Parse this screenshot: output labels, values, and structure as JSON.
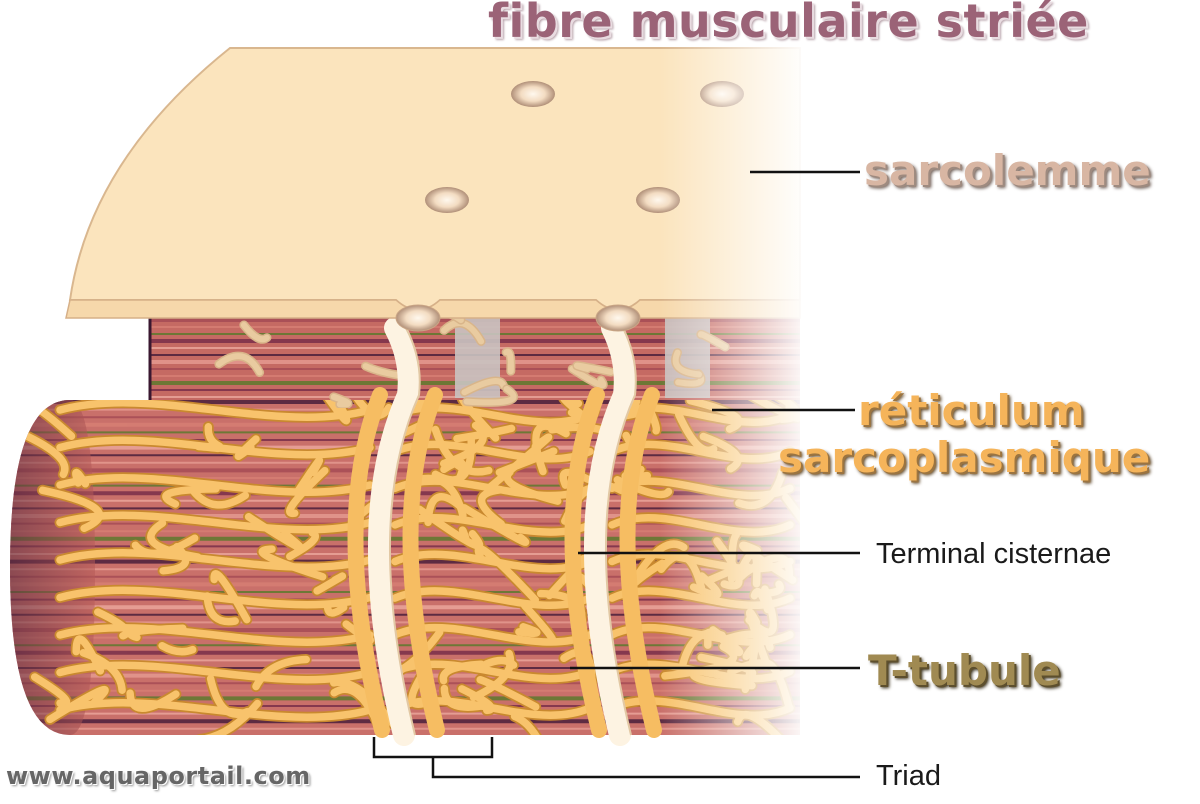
{
  "title": "fibre musculaire striée",
  "labels": {
    "sarcolemme": "sarcolemme",
    "reticulum_line1": "réticulum",
    "reticulum_line2": "sarcoplasmique",
    "terminal_cisternae": "Terminal cisternae",
    "t_tubule": "T-tubule",
    "triad": "Triad"
  },
  "watermark": "www.aquaportail.com",
  "colors": {
    "sarcolemma": "#fbe4bd",
    "reticulum": "#f8c36c",
    "reticulum_outline": "#c9892f",
    "myofibril_red": "#c76b63",
    "myofibril_dark": "#4b1f3c",
    "title": "#9b6377"
  }
}
